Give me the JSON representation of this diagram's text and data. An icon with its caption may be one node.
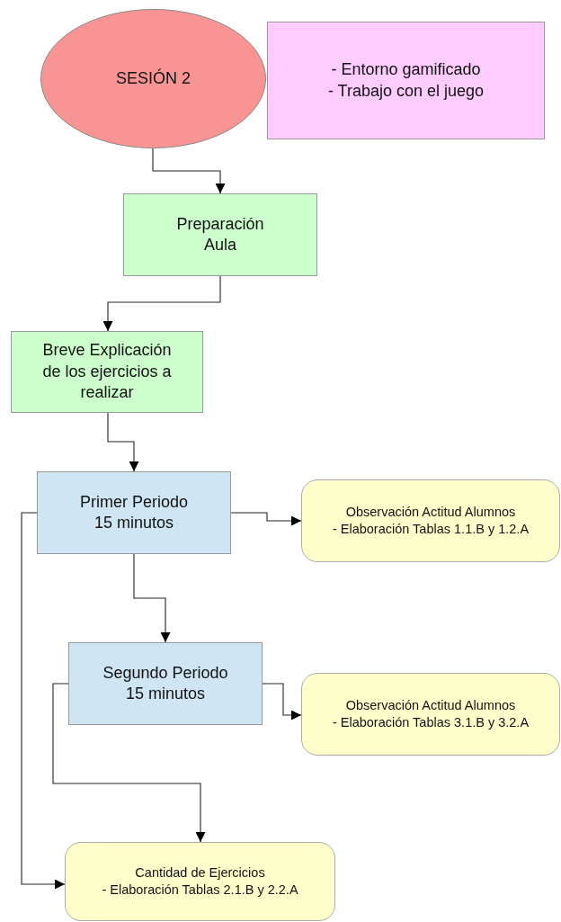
{
  "diagram": {
    "nodes": [
      {
        "text": [
          "SESIÓN 2"
        ]
      },
      {
        "text": [
          "- Entorno gamificado",
          "- Trabajo con el juego"
        ]
      },
      {
        "text": [
          "Preparación Aula"
        ]
      },
      {
        "text": [
          "Breve Explicación de los ejercicios a realizar"
        ]
      },
      {
        "text": [
          "Primer Periodo 15 minutos"
        ]
      },
      {
        "text": [
          "Observación Actitud Alumnos",
          "- Elaboración Tablas 1.1.B y 1.2.A"
        ]
      },
      {
        "text": [
          "Segundo Periodo 15 minutos"
        ]
      },
      {
        "text": [
          "Observación Actitud Alumnos",
          "- Elaboración Tablas 3.1.B y 3.2.A"
        ]
      },
      {
        "text": [
          "Cantidad de Ejercicios",
          "- Elaboración Tablas 2.1.B y 2.2.A"
        ]
      }
    ],
    "edges": [
      {
        "from": 0,
        "to": 2,
        "arrow": "to"
      },
      {
        "from": 2,
        "to": 3,
        "arrow": "to"
      },
      {
        "from": 3,
        "to": 4,
        "arrow": "to"
      },
      {
        "from": 4,
        "to": 5,
        "arrow": "to"
      },
      {
        "from": 4,
        "to": 6,
        "arrow": "to"
      },
      {
        "from": 4,
        "to": 8,
        "arrow": "to"
      },
      {
        "from": 6,
        "to": 7,
        "arrow": "to"
      },
      {
        "from": 6,
        "to": 8,
        "arrow": "to"
      }
    ]
  }
}
